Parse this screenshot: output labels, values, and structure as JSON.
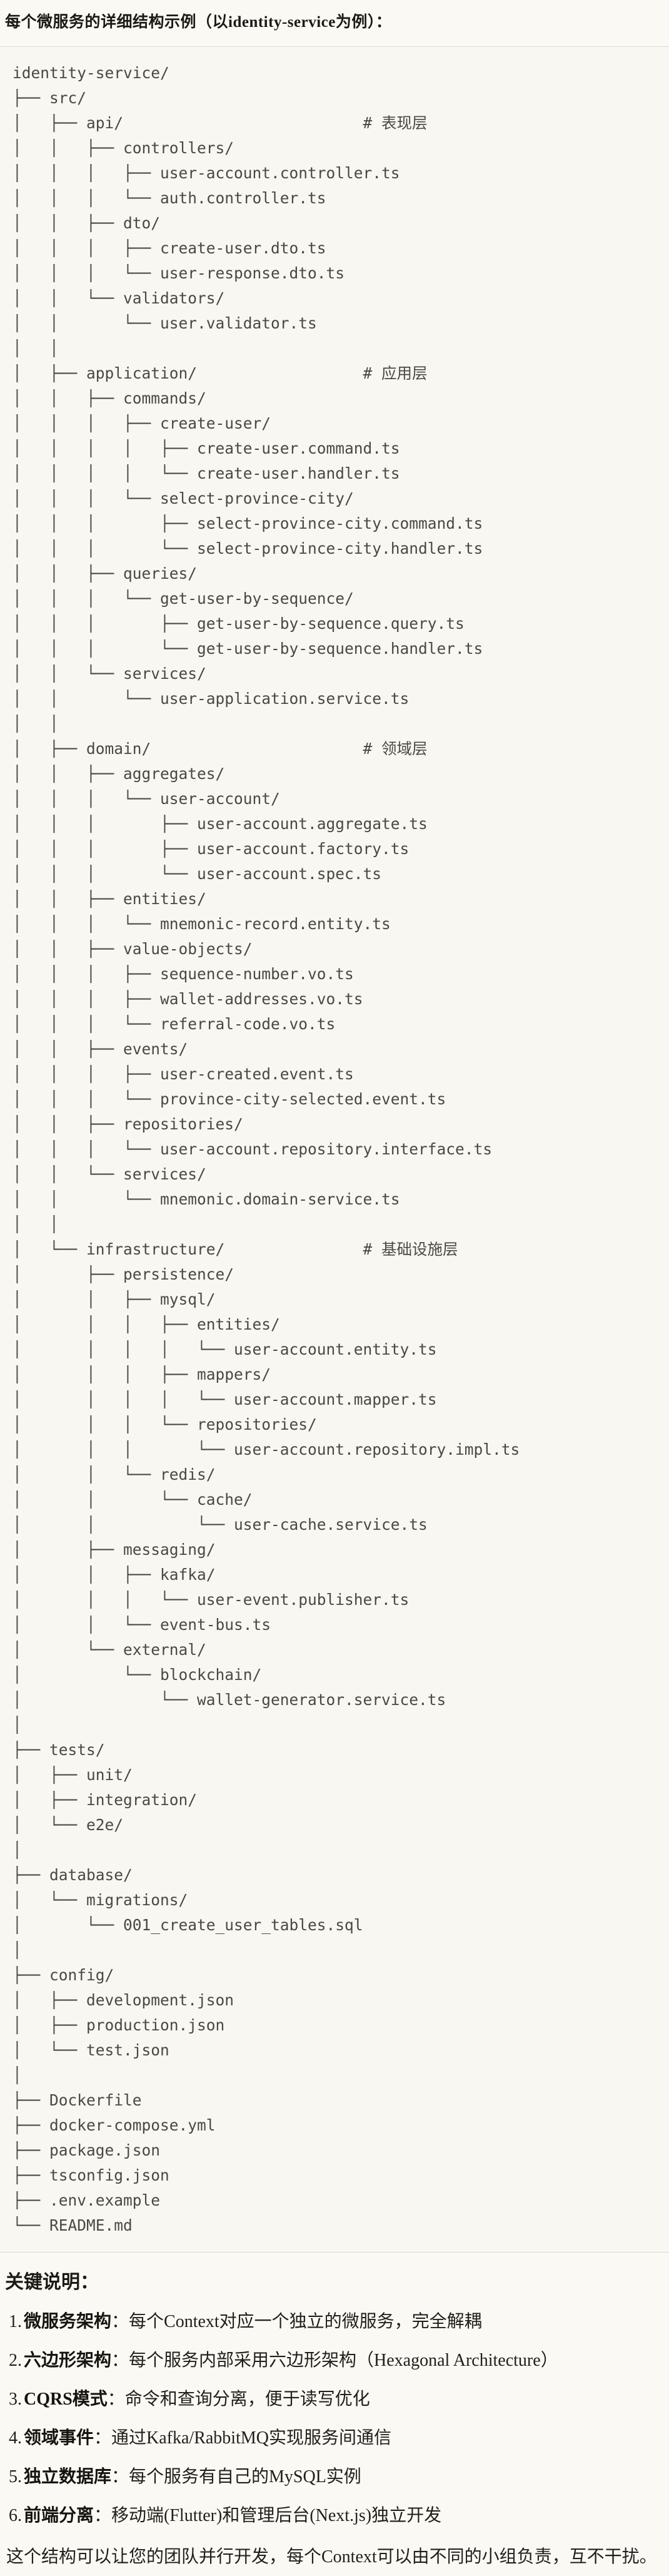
{
  "page": {
    "title": "每个微服务的详细结构示例（以identity-service为例）："
  },
  "tree": {
    "lines": [
      "identity-service/",
      "├── src/",
      "│   ├── api/                          # 表现层",
      "│   │   ├── controllers/",
      "│   │   │   ├── user-account.controller.ts",
      "│   │   │   └── auth.controller.ts",
      "│   │   ├── dto/",
      "│   │   │   ├── create-user.dto.ts",
      "│   │   │   └── user-response.dto.ts",
      "│   │   └── validators/",
      "│   │       └── user.validator.ts",
      "│   │",
      "│   ├── application/                  # 应用层",
      "│   │   ├── commands/",
      "│   │   │   ├── create-user/",
      "│   │   │   │   ├── create-user.command.ts",
      "│   │   │   │   └── create-user.handler.ts",
      "│   │   │   └── select-province-city/",
      "│   │   │       ├── select-province-city.command.ts",
      "│   │   │       └── select-province-city.handler.ts",
      "│   │   ├── queries/",
      "│   │   │   └── get-user-by-sequence/",
      "│   │   │       ├── get-user-by-sequence.query.ts",
      "│   │   │       └── get-user-by-sequence.handler.ts",
      "│   │   └── services/",
      "│   │       └── user-application.service.ts",
      "│   │",
      "│   ├── domain/                       # 领域层",
      "│   │   ├── aggregates/",
      "│   │   │   └── user-account/",
      "│   │   │       ├── user-account.aggregate.ts",
      "│   │   │       ├── user-account.factory.ts",
      "│   │   │       └── user-account.spec.ts",
      "│   │   ├── entities/",
      "│   │   │   └── mnemonic-record.entity.ts",
      "│   │   ├── value-objects/",
      "│   │   │   ├── sequence-number.vo.ts",
      "│   │   │   ├── wallet-addresses.vo.ts",
      "│   │   │   └── referral-code.vo.ts",
      "│   │   ├── events/",
      "│   │   │   ├── user-created.event.ts",
      "│   │   │   └── province-city-selected.event.ts",
      "│   │   ├── repositories/",
      "│   │   │   └── user-account.repository.interface.ts",
      "│   │   └── services/",
      "│   │       └── mnemonic.domain-service.ts",
      "│   │",
      "│   └── infrastructure/               # 基础设施层",
      "│       ├── persistence/",
      "│       │   ├── mysql/",
      "│       │   │   ├── entities/",
      "│       │   │   │   └── user-account.entity.ts",
      "│       │   │   ├── mappers/",
      "│       │   │   │   └── user-account.mapper.ts",
      "│       │   │   └── repositories/",
      "│       │   │       └── user-account.repository.impl.ts",
      "│       │   └── redis/",
      "│       │       └── cache/",
      "│       │           └── user-cache.service.ts",
      "│       ├── messaging/",
      "│       │   ├── kafka/",
      "│       │   │   └── user-event.publisher.ts",
      "│       │   └── event-bus.ts",
      "│       └── external/",
      "│           └── blockchain/",
      "│               └── wallet-generator.service.ts",
      "│",
      "├── tests/",
      "│   ├── unit/",
      "│   ├── integration/",
      "│   └── e2e/",
      "│",
      "├── database/",
      "│   └── migrations/",
      "│       └── 001_create_user_tables.sql",
      "│",
      "├── config/",
      "│   ├── development.json",
      "│   ├── production.json",
      "│   └── test.json",
      "│",
      "├── Dockerfile",
      "├── docker-compose.yml",
      "├── package.json",
      "├── tsconfig.json",
      "├── .env.example",
      "└── README.md"
    ]
  },
  "notes": {
    "heading": "关键说明：",
    "items": [
      {
        "num": "1.",
        "term": "微服务架构",
        "text": "：每个Context对应一个独立的微服务，完全解耦"
      },
      {
        "num": "2.",
        "term": "六边形架构",
        "text": "：每个服务内部采用六边形架构（Hexagonal Architecture）"
      },
      {
        "num": "3.",
        "term": "CQRS模式",
        "text": "：命令和查询分离，便于读写优化"
      },
      {
        "num": "4.",
        "term": "领域事件",
        "text": "：通过Kafka/RabbitMQ实现服务间通信"
      },
      {
        "num": "5.",
        "term": "独立数据库",
        "text": "：每个服务有自己的MySQL实例"
      },
      {
        "num": "6.",
        "term": "前端分离",
        "text": "：移动端(Flutter)和管理后台(Next.js)独立开发"
      }
    ],
    "footer": "这个结构可以让您的团队并行开发，每个Context可以由不同的小组负责，互不干扰。"
  },
  "colors": {
    "page_bg": "#FAF9F4",
    "code_bg": "#F8F7F1",
    "code_border": "#DEDCD2",
    "code_text": "#4A4843",
    "body_text": "#211F1A"
  }
}
